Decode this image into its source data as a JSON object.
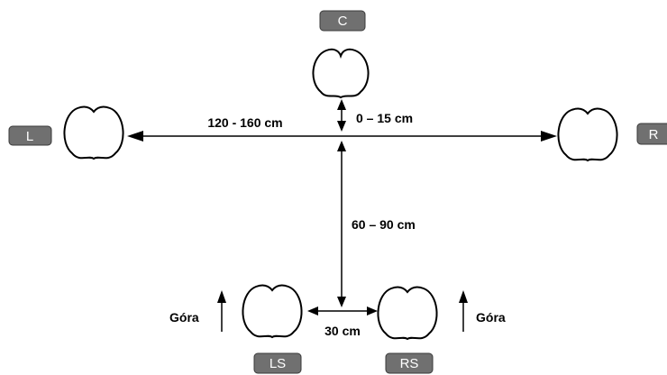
{
  "labels": {
    "center": "C",
    "left": "L",
    "right": "R",
    "left_surround": "LS",
    "right_surround": "RS"
  },
  "dimensions": {
    "front_width": "120 - 160 cm",
    "center_offset": "0 – 15 cm",
    "front_to_rear": "60 – 90 cm",
    "rear_spacing": "30 cm"
  },
  "directions": {
    "left_up": "Góra",
    "right_up": "Góra"
  },
  "colors": {
    "tag_fill": "#707070",
    "tag_text": "#ffffff",
    "line": "#000000"
  }
}
